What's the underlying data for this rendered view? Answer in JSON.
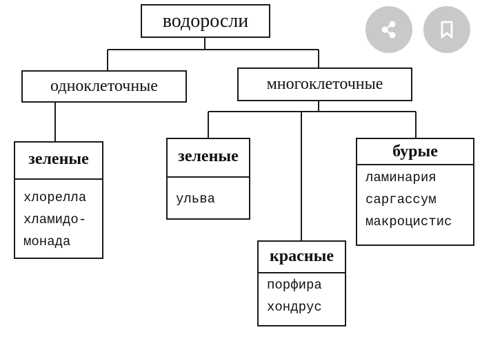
{
  "diagram": {
    "root": "водоросли",
    "unicellular": {
      "label": "одноклеточные",
      "green": {
        "title": "зеленые",
        "items": [
          "хлорелла",
          "хламидо-",
          "монада"
        ]
      }
    },
    "multicellular": {
      "label": "многоклеточные",
      "green": {
        "title": "зеленые",
        "items": [
          "ульва"
        ]
      },
      "red": {
        "title": "красные",
        "items": [
          "порфира",
          "хондрус"
        ]
      },
      "brown": {
        "title": "бурые",
        "items": [
          "ламинария",
          "саргассум",
          "макроцистис"
        ]
      }
    }
  },
  "actions": {
    "share_icon": "share-icon",
    "bookmark_icon": "bookmark-icon"
  }
}
